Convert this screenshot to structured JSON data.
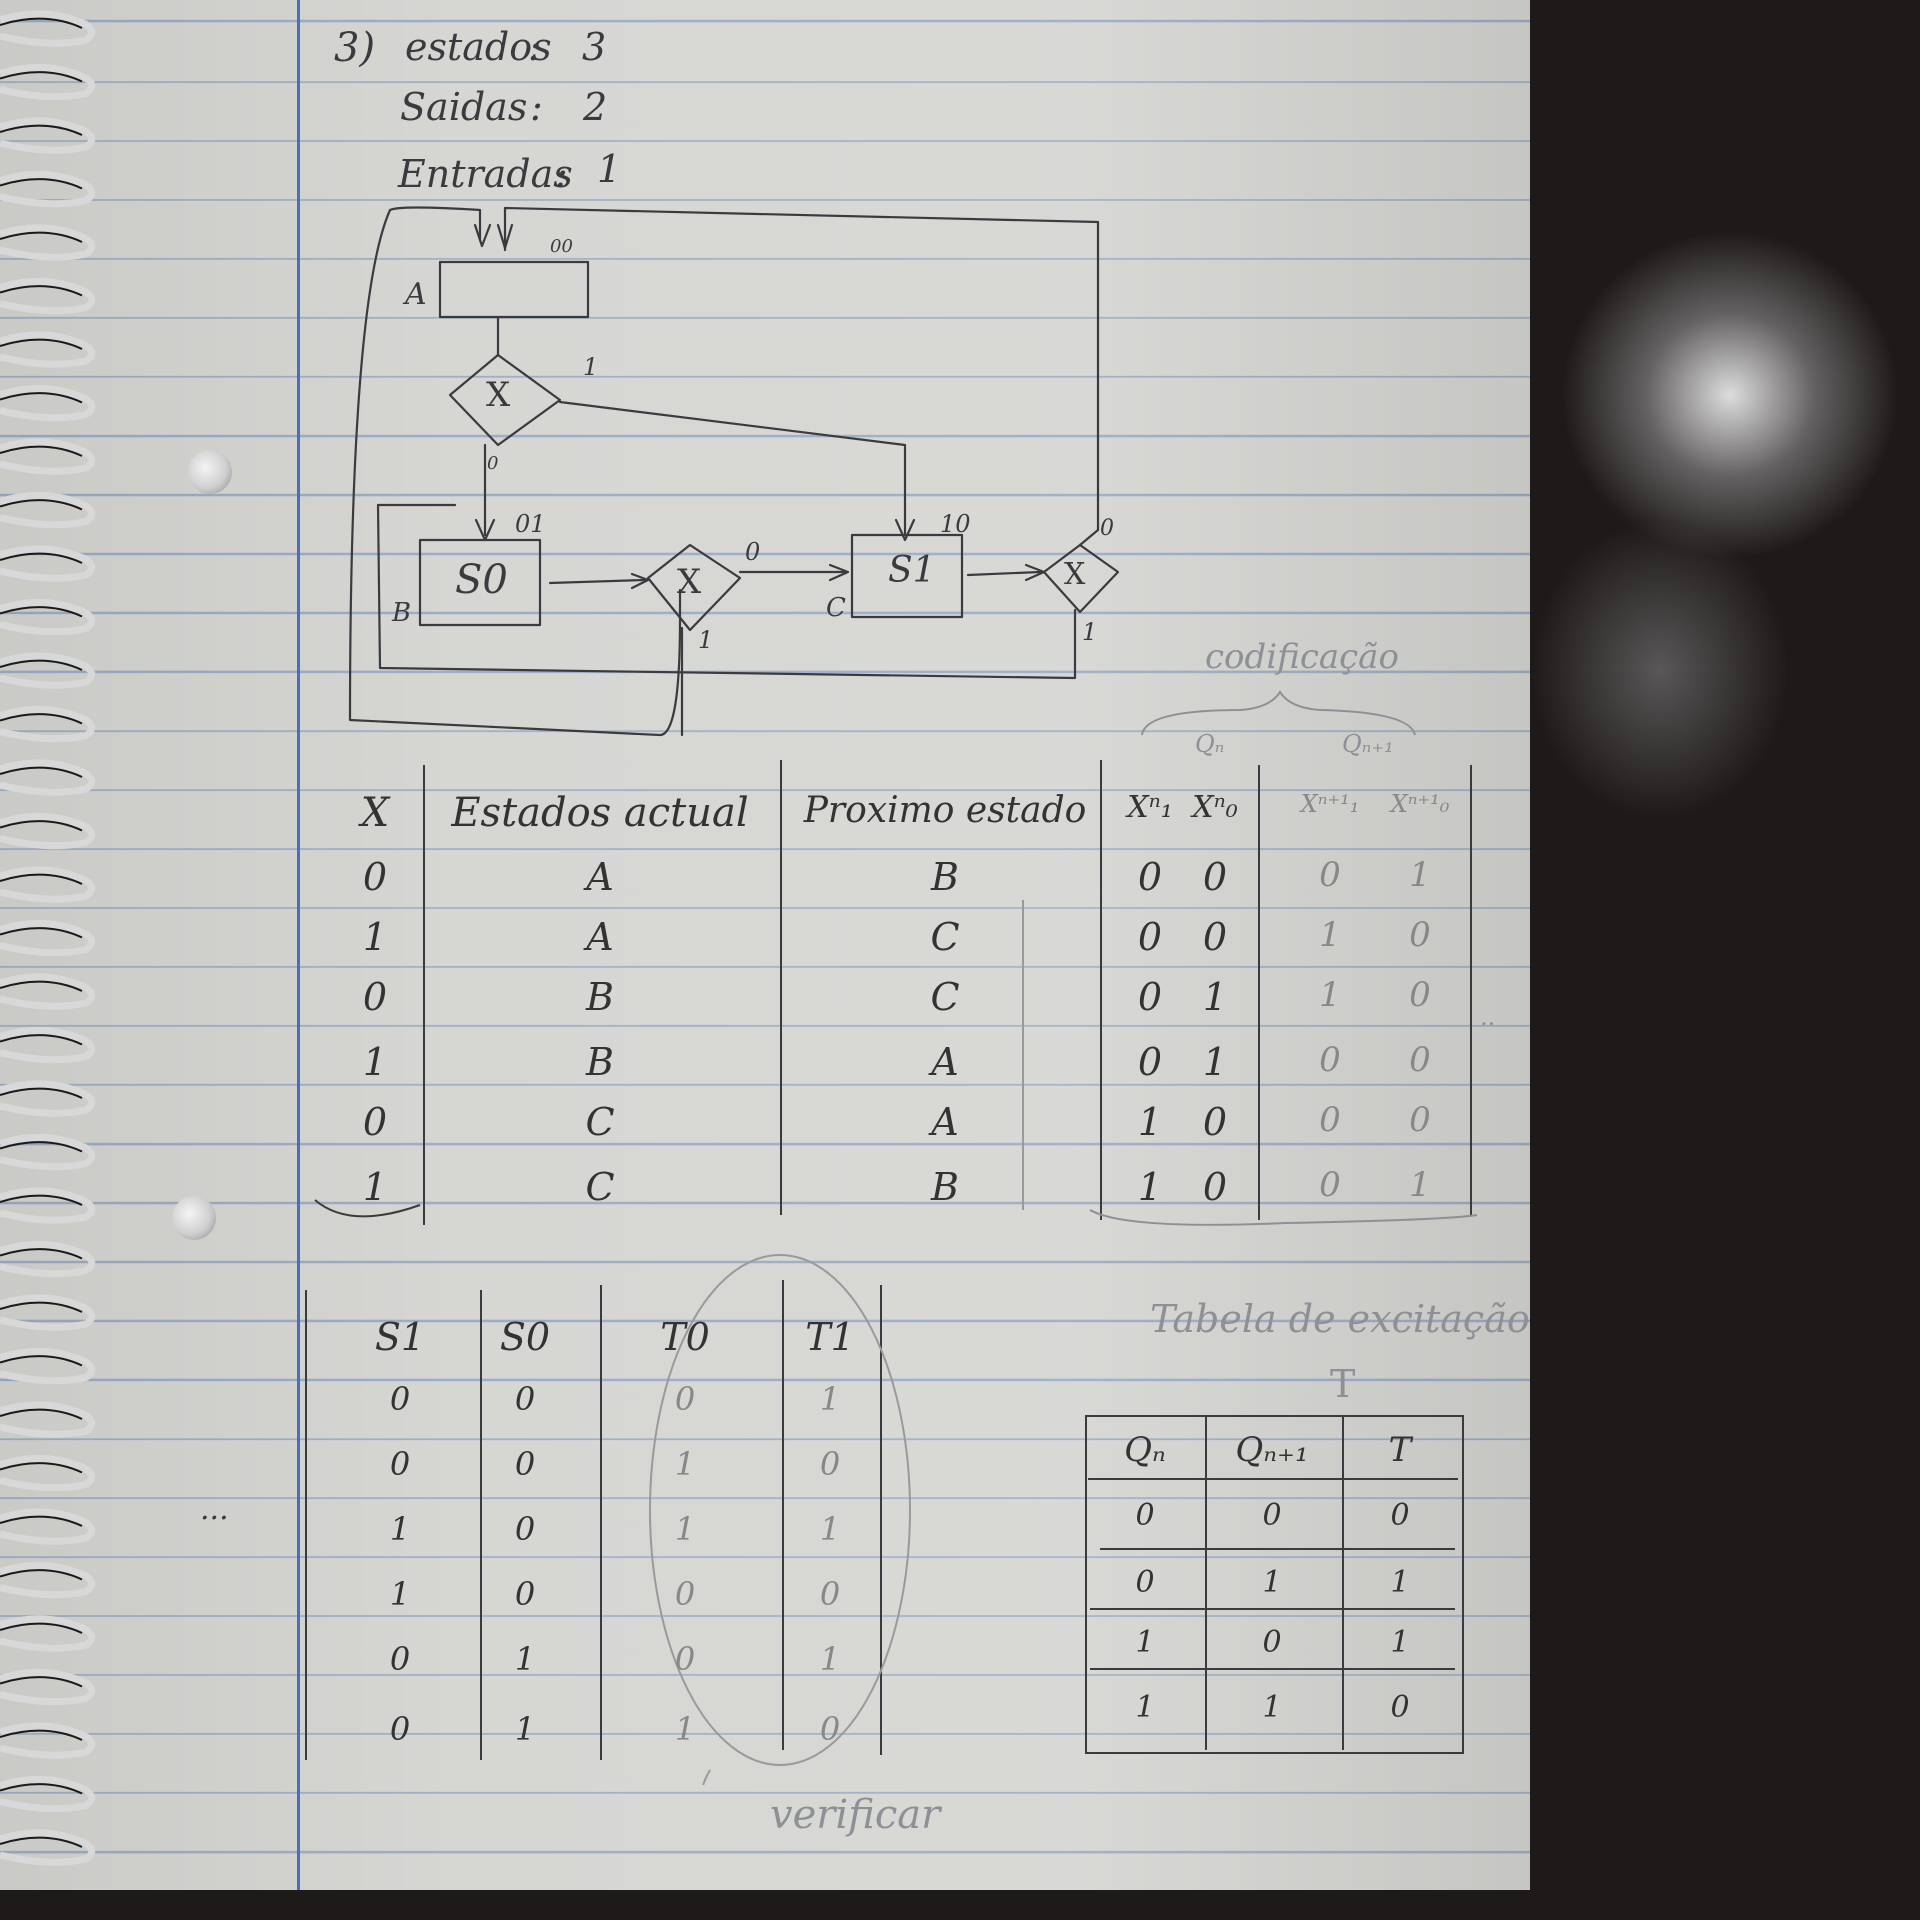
{
  "header": {
    "problem_number": "3)",
    "estados_label": "estados",
    "estados_value": "3",
    "saidas_label": "Saidas",
    "saidas_value": "2",
    "entradas_label": "Entradas",
    "entradas_value": "1"
  },
  "diagram": {
    "state_a_label": "A",
    "state_a_code": "00",
    "state_b_label": "B",
    "state_b_name": "S0",
    "state_b_code": "01",
    "state_c_label": "C",
    "state_c_name": "S1",
    "state_c_code": "10",
    "decision_label": "X",
    "branch_one": "1",
    "branch_zero": "0"
  },
  "codificacao_note": "codificação",
  "transition_table": {
    "headers": [
      "X",
      "Estados actual",
      "Proximo estado",
      "Xⁿ₁",
      "Xⁿ₀",
      "Xⁿ⁺¹₁",
      "Xⁿ⁺¹₀"
    ],
    "group_left": "Qₙ",
    "group_right": "Qₙ₊₁",
    "rows": [
      [
        "0",
        "A",
        "B",
        "0",
        "0",
        "0",
        "1"
      ],
      [
        "1",
        "A",
        "C",
        "0",
        "0",
        "1",
        "0"
      ],
      [
        "0",
        "B",
        "C",
        "0",
        "1",
        "1",
        "0"
      ],
      [
        "1",
        "B",
        "A",
        "0",
        "1",
        "0",
        "0"
      ],
      [
        "0",
        "C",
        "A",
        "1",
        "0",
        "0",
        "0"
      ],
      [
        "1",
        "C",
        "B",
        "1",
        "0",
        "0",
        "1"
      ]
    ]
  },
  "output_table": {
    "headers": [
      "S1",
      "S0",
      "T0",
      "T1"
    ],
    "rows": [
      [
        "0",
        "0",
        "0",
        "1"
      ],
      [
        "0",
        "0",
        "1",
        "0"
      ],
      [
        "1",
        "0",
        "1",
        "1"
      ],
      [
        "1",
        "0",
        "0",
        "0"
      ],
      [
        "0",
        "1",
        "0",
        "1"
      ],
      [
        "0",
        "1",
        "1",
        "0"
      ]
    ]
  },
  "verificar_note": "verificar",
  "excitation_title": "Tabela de excitação",
  "excitation_subtitle": "T",
  "excitation_table": {
    "headers": [
      "Qₙ",
      "Qₙ₊₁",
      "T"
    ],
    "rows": [
      [
        "0",
        "0",
        "0"
      ],
      [
        "0",
        "1",
        "1"
      ],
      [
        "1",
        "0",
        "1"
      ],
      [
        "1",
        "1",
        "0"
      ]
    ]
  },
  "margin_dots": "...",
  "colors": {
    "paper": "#d6d6d3",
    "rule_line": "#9aaec7",
    "margin_line": "#4a6fb8",
    "ink": "#3b3b3f",
    "pencil": "#8d9094",
    "desk": "#1e1a19"
  }
}
